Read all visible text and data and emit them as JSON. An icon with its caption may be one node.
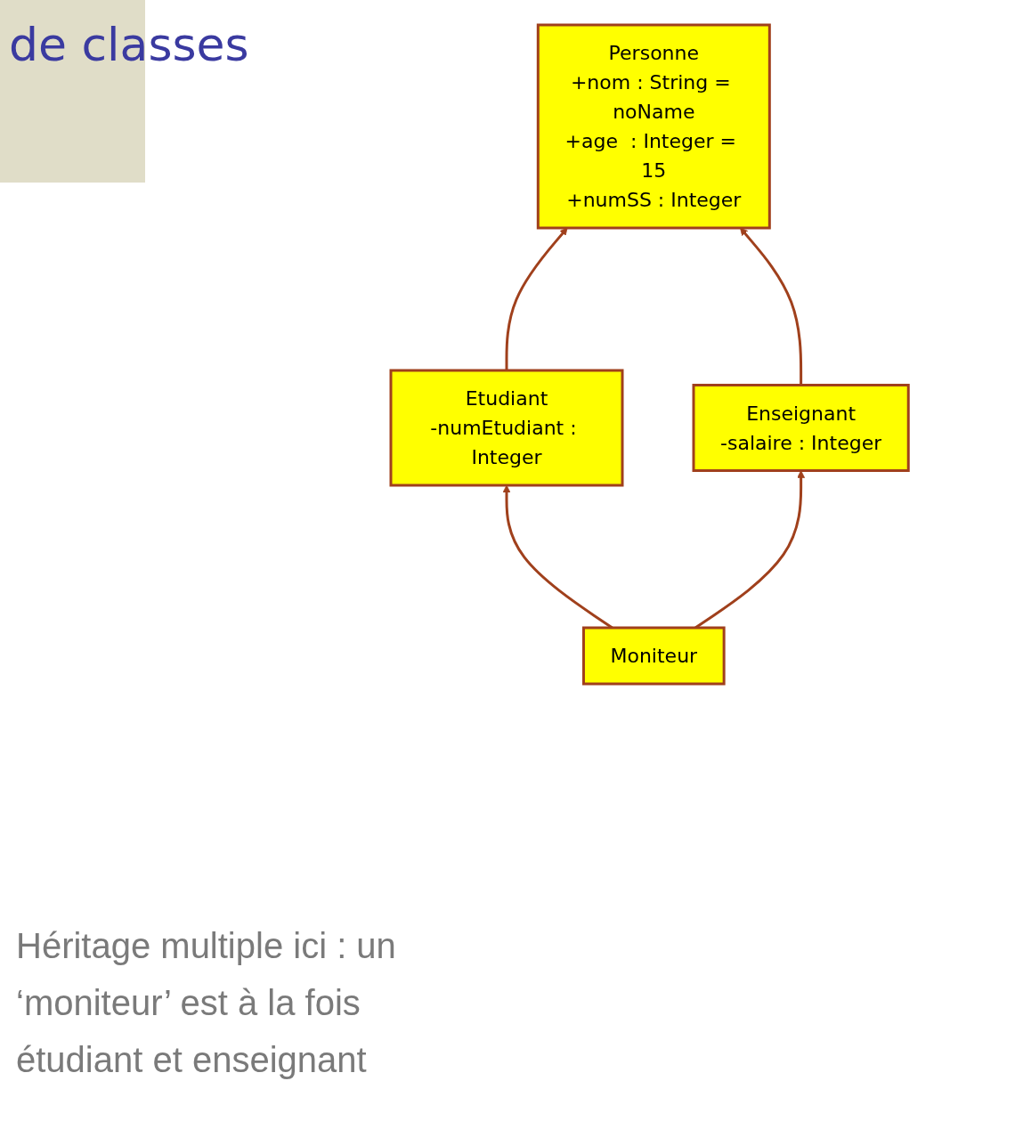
{
  "diagram": {
    "title": "de classes",
    "nodes": [
      {
        "text": [
          "Personne",
          "+nom : String = noName",
          "+age  : Integer = 15",
          "+numSS : Integer"
        ]
      },
      {
        "text": [
          "Etudiant",
          "-numEtudiant : Integer"
        ]
      },
      {
        "text": [
          "Enseignant",
          "-salaire : Integer"
        ]
      },
      {
        "text": [
          "Moniteur"
        ]
      }
    ],
    "edges": [
      {
        "from": 1,
        "to": 0,
        "arrow": "to"
      },
      {
        "from": 2,
        "to": 0,
        "arrow": "to"
      },
      {
        "from": 3,
        "to": 1,
        "arrow": "to"
      },
      {
        "from": 3,
        "to": 2,
        "arrow": "to"
      }
    ],
    "labels": [
      "Héritage multiple ici : un ‘moniteur’ est à la fois étudiant et enseignant"
    ]
  }
}
